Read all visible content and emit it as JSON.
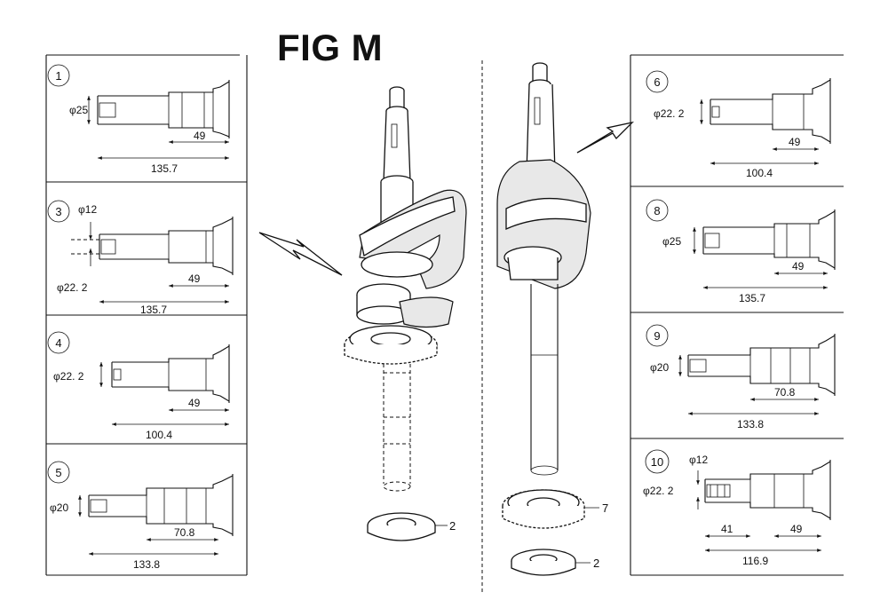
{
  "title": "FIG M",
  "callouts": {
    "washer_top": "2",
    "gear": "7",
    "washer_bottom": "2"
  },
  "left_panels": [
    {
      "id": "1",
      "dims": {
        "dia": "φ25",
        "shaft": "49",
        "total": "135.7"
      }
    },
    {
      "id": "3",
      "dims": {
        "dia_top": "φ12",
        "dia": "φ22. 2",
        "shaft": "49",
        "total": "135.7"
      }
    },
    {
      "id": "4",
      "dims": {
        "dia": "φ22. 2",
        "shaft": "49",
        "total": "100.4"
      }
    },
    {
      "id": "5",
      "dims": {
        "dia": "φ20",
        "shaft": "70.8",
        "total": "133.8"
      }
    }
  ],
  "right_panels": [
    {
      "id": "6",
      "dims": {
        "dia": "φ22. 2",
        "shaft": "49",
        "total": "100.4"
      }
    },
    {
      "id": "8",
      "dims": {
        "dia": "φ25",
        "shaft": "49",
        "total": "135.7"
      }
    },
    {
      "id": "9",
      "dims": {
        "dia": "φ20",
        "shaft": "70.8",
        "total": "133.8"
      }
    },
    {
      "id": "10",
      "dims": {
        "dia_top": "φ12",
        "dia": "φ22. 2",
        "tip": "41",
        "shaft": "49",
        "total": "116.9"
      }
    }
  ]
}
